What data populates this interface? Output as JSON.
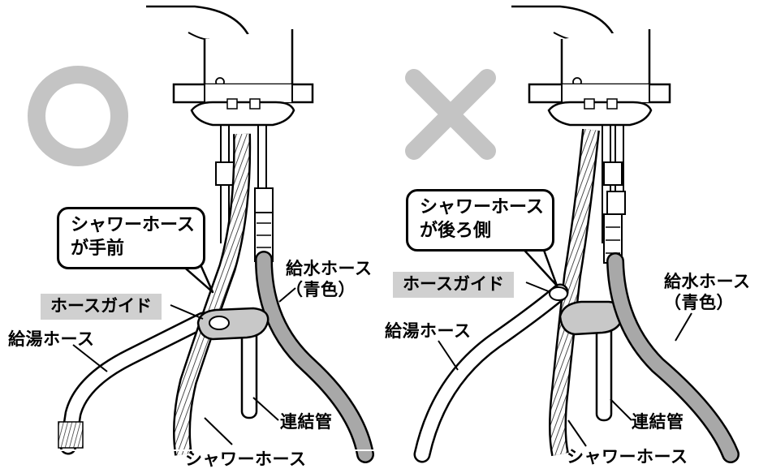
{
  "left_panel": {
    "verdict_symbol": "○",
    "callout": {
      "line1": "シャワーホース",
      "line2": "が手前"
    },
    "hose_guide": "ホースガイド",
    "hot_hose": "給湯ホース",
    "cold_hose": {
      "line1": "給水ホース",
      "line2": "（青色）"
    },
    "connecting_pipe": "連結管",
    "shower_hose": "シャワーホース"
  },
  "right_panel": {
    "verdict_symbol": "×",
    "callout": {
      "line1": "シャワーホース",
      "line2": "が後ろ側"
    },
    "hose_guide": "ホースガイド",
    "hot_hose": "給湯ホース",
    "cold_hose": {
      "line1": "給水ホース",
      "line2": "（青色）"
    },
    "connecting_pipe": "連結管",
    "shower_hose": "シャワーホース"
  },
  "colors": {
    "gray_hose": "#a8a8a8",
    "symbol_gray": "#c4c4c4",
    "tag_gray": "#d0d0d0"
  }
}
